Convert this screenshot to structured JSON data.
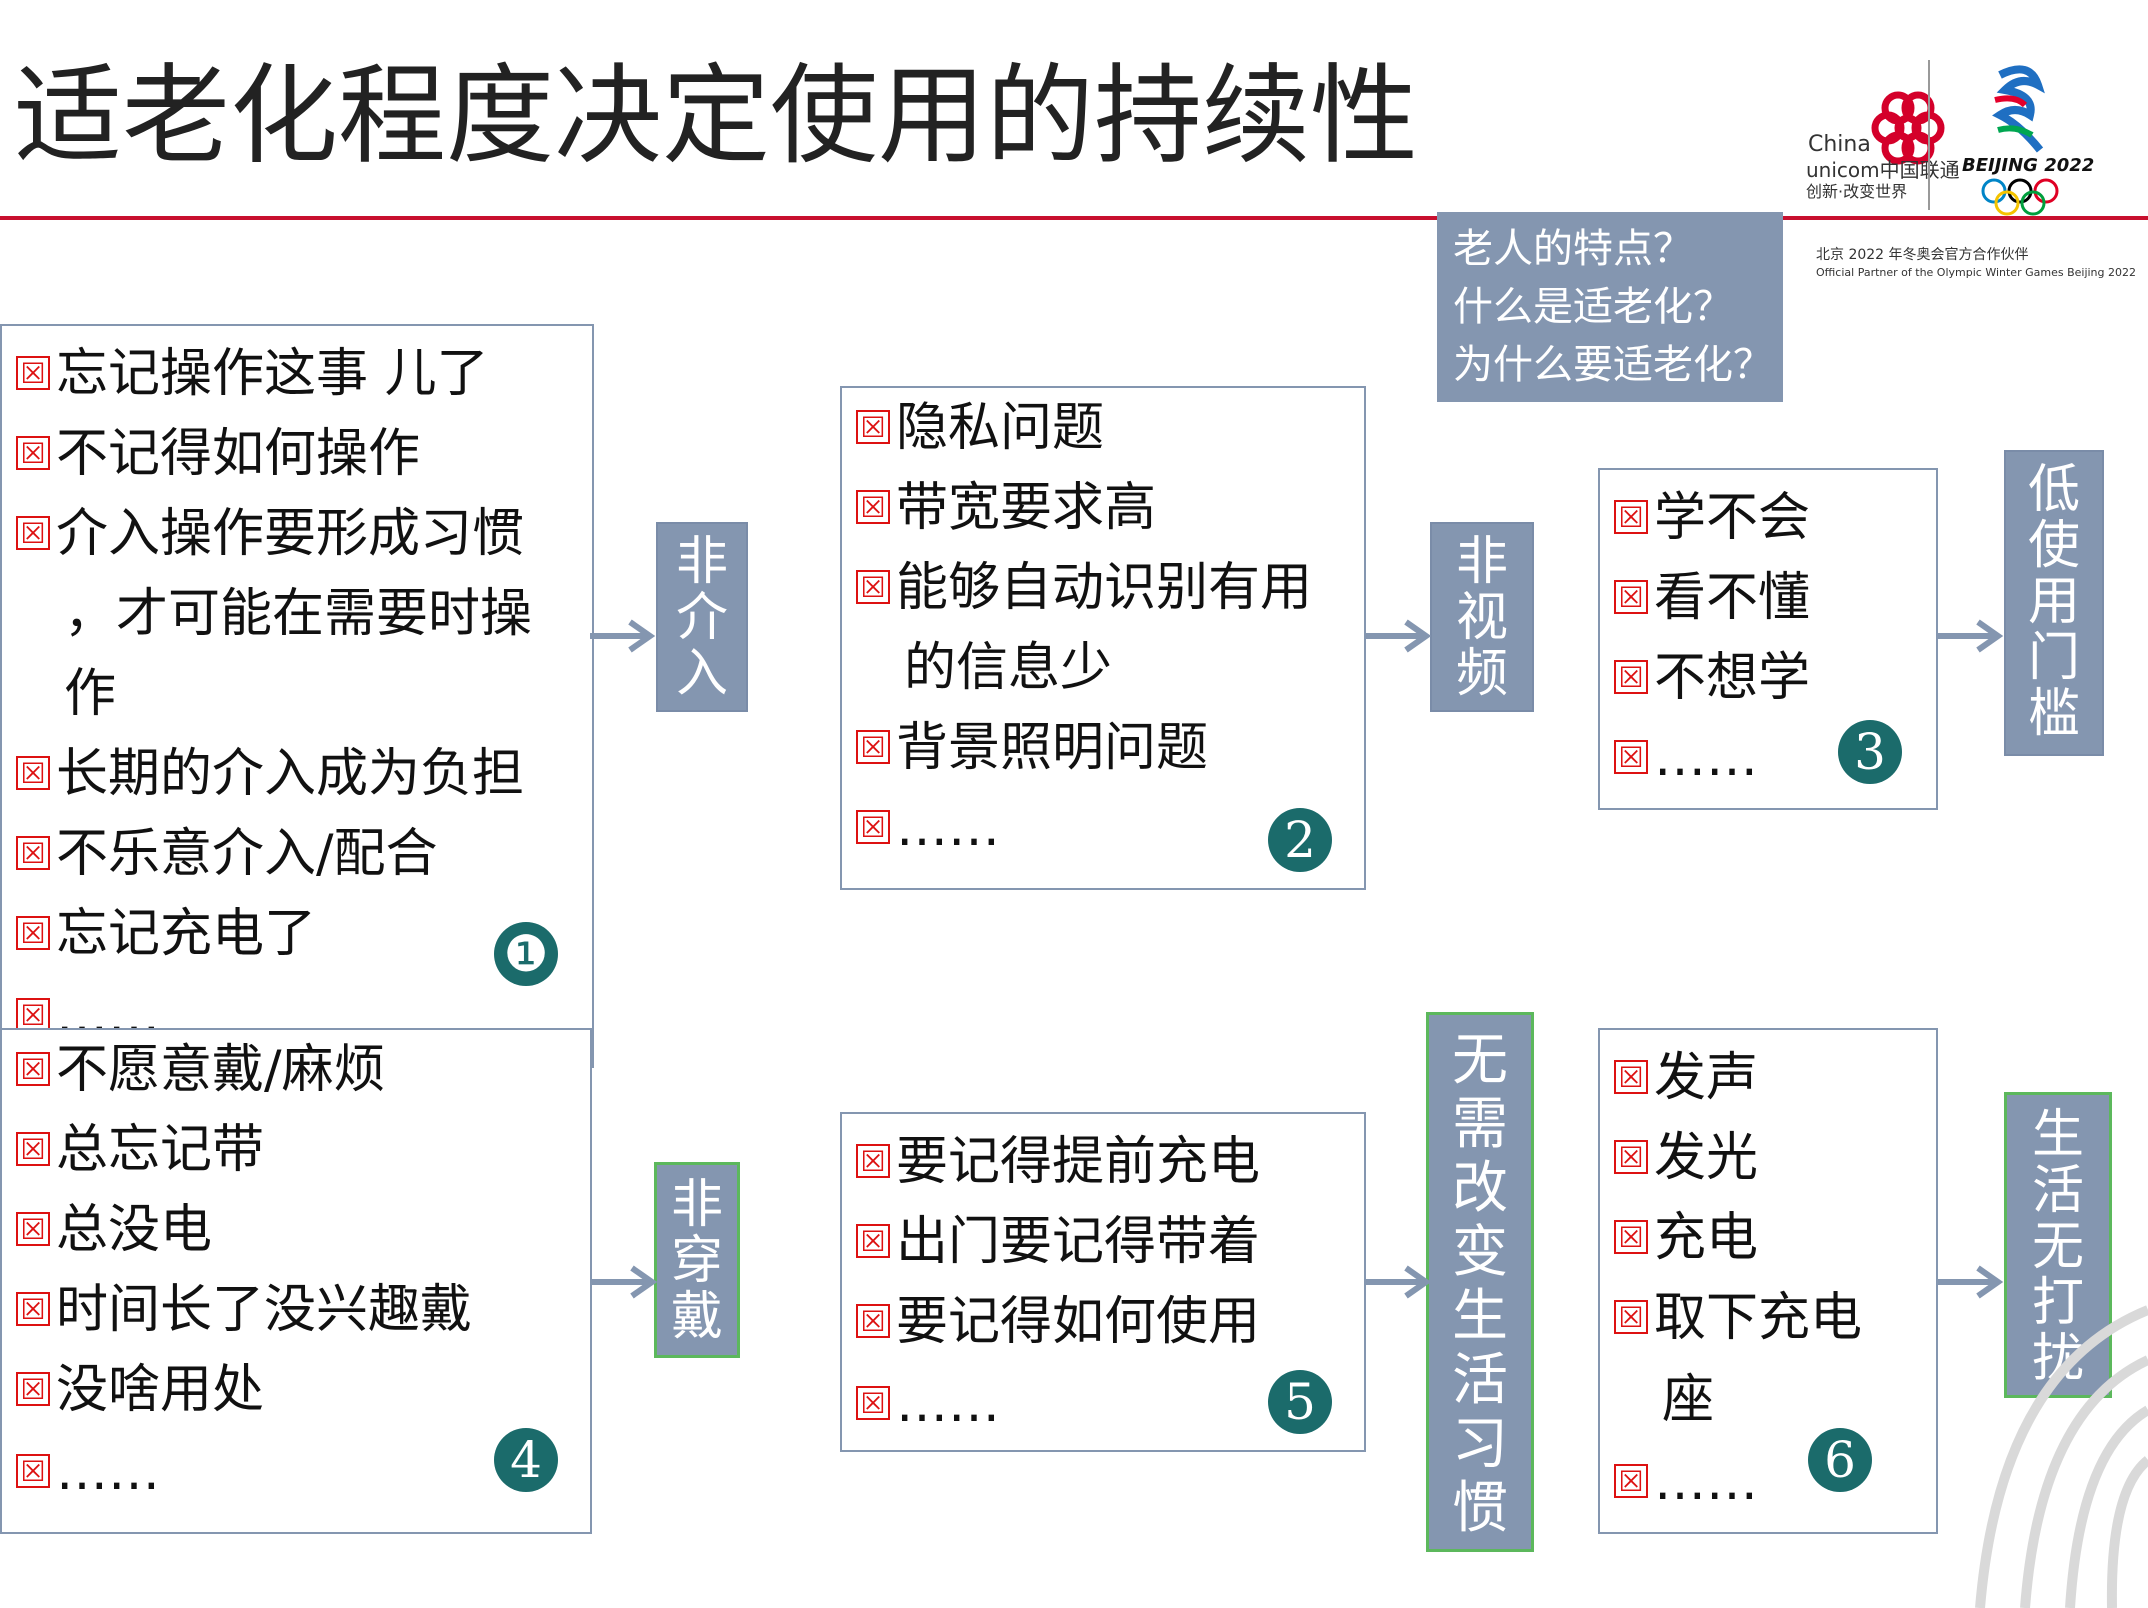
{
  "title": "适老化程度决定使用的持续性",
  "callout": [
    "老人的特点？",
    "什么是适老化？",
    "为什么要适老化？"
  ],
  "logos": {
    "unicom_en1": "China",
    "unicom_en2": "unicom中国联通",
    "unicom_slogan": "创新·改变世界",
    "beijing": "BEIJING 2022",
    "partner_cn": "北京 2022 年冬奥会官方合作伙伴",
    "partner_en": "Official Partner of the Olympic Winter Games Beijing 2022"
  },
  "bullet_mark": "☒",
  "box1": {
    "number": "❶",
    "items": [
      "忘记操作这事 儿了",
      "不记得如何操作",
      "介入操作要形成习惯",
      "，才可能在需要时操",
      "作",
      "长期的介入成为负担",
      "不乐意介入/配合",
      "忘记充电了",
      "……"
    ]
  },
  "box2": {
    "number": "2",
    "items": [
      "隐私问题",
      "带宽要求高",
      "能够自动识别有用",
      "的信息少",
      "背景照明问题",
      "……"
    ]
  },
  "box3": {
    "number": "3",
    "items": [
      "学不会",
      "看不懂",
      "不想学",
      "……"
    ]
  },
  "box4": {
    "number": "4",
    "items": [
      "不愿意戴/麻烦",
      "总忘记带",
      "总没电",
      "时间长了没兴趣戴",
      "没啥用处",
      "……"
    ]
  },
  "box5": {
    "number": "5",
    "items": [
      "要记得提前充电",
      "出门要记得带着",
      "要记得如何使用",
      "……"
    ]
  },
  "box6": {
    "number": "6",
    "items": [
      "发声",
      "发光",
      "充电",
      "取下充电",
      "座",
      "……"
    ]
  },
  "labels": {
    "non_intervention": [
      "非",
      "介",
      "入"
    ],
    "non_video": [
      "非",
      "视",
      "频"
    ],
    "low_threshold": [
      "低",
      "使",
      "用",
      "门",
      "槛"
    ],
    "non_wearable": [
      "非",
      "穿",
      "戴"
    ],
    "no_habit_change": [
      "无",
      "需",
      "改",
      "变",
      "生",
      "活",
      "习",
      "惯"
    ],
    "no_disturb": [
      "生",
      "活",
      "无",
      "打",
      "扰"
    ]
  },
  "colors": {
    "accent_red": "#c8102e",
    "label_blue": "#8496b0",
    "number_teal": "#1b6b6b",
    "mark_red": "#dd1111"
  }
}
